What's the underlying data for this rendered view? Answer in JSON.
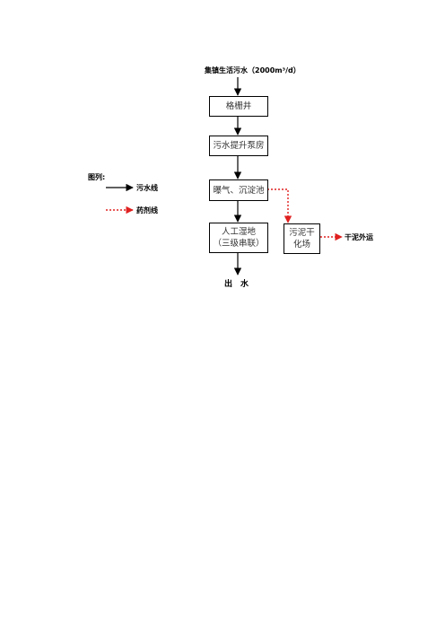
{
  "source_label": "集镇生活污水（2000m³/d）",
  "boxes": {
    "screen_well": "格栅井",
    "lift_pump": "污水提升泵房",
    "aeration": "曝气、沉淀池",
    "wetland": "人工湿地\n（三级串联）",
    "sludge_dry": "污泥干\n化场"
  },
  "sludge_out_label": "干泥外运",
  "outlet_label": "出　水",
  "legend": {
    "title": "图列:",
    "sewage_line": "污水线",
    "dosing_line": "药剂线"
  },
  "colors": {
    "sewage": "#000000",
    "dosing": "#e02020"
  }
}
